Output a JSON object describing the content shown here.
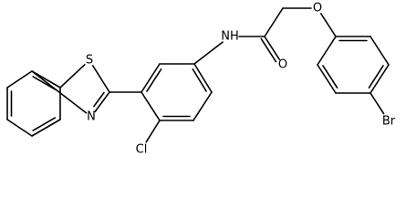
{
  "molecule": {
    "atoms": [
      {
        "id": 0,
        "label": ""
      },
      {
        "id": 1,
        "label": ""
      },
      {
        "id": 2,
        "label": ""
      },
      {
        "id": 3,
        "label": ""
      },
      {
        "id": 4,
        "label": ""
      },
      {
        "id": 5,
        "label": ""
      },
      {
        "id": 6,
        "label": "S"
      },
      {
        "id": 7,
        "label": ""
      },
      {
        "id": 8,
        "label": "N"
      },
      {
        "id": 9,
        "label": ""
      },
      {
        "id": 10,
        "label": ""
      },
      {
        "id": 11,
        "label": ""
      },
      {
        "id": 12,
        "label": ""
      },
      {
        "id": 13,
        "label": ""
      },
      {
        "id": 14,
        "label": ""
      },
      {
        "id": 15,
        "label": "Cl"
      },
      {
        "id": 16,
        "label": "NH"
      },
      {
        "id": 17,
        "label": ""
      },
      {
        "id": 18,
        "label": "O"
      },
      {
        "id": 19,
        "label": ""
      },
      {
        "id": 20,
        "label": "O"
      },
      {
        "id": 21,
        "label": ""
      },
      {
        "id": 22,
        "label": ""
      },
      {
        "id": 23,
        "label": ""
      },
      {
        "id": 24,
        "label": ""
      },
      {
        "id": 25,
        "label": ""
      },
      {
        "id": 26,
        "label": ""
      },
      {
        "id": 27,
        "label": "Br"
      }
    ],
    "bonds": [
      {
        "a": 0,
        "b": 1,
        "order": 2
      },
      {
        "a": 1,
        "b": 2,
        "order": 1
      },
      {
        "a": 2,
        "b": 3,
        "order": 2
      },
      {
        "a": 3,
        "b": 4,
        "order": 1
      },
      {
        "a": 4,
        "b": 5,
        "order": 2
      },
      {
        "a": 5,
        "b": 0,
        "order": 1
      },
      {
        "a": 4,
        "b": 6,
        "order": 1
      },
      {
        "a": 6,
        "b": 7,
        "order": 1
      },
      {
        "a": 7,
        "b": 8,
        "order": 2
      },
      {
        "a": 8,
        "b": 5,
        "order": 1
      },
      {
        "a": 7,
        "b": 9,
        "order": 1
      },
      {
        "a": 9,
        "b": 10,
        "order": 2
      },
      {
        "a": 10,
        "b": 11,
        "order": 1
      },
      {
        "a": 11,
        "b": 12,
        "order": 2
      },
      {
        "a": 12,
        "b": 13,
        "order": 1
      },
      {
        "a": 13,
        "b": 14,
        "order": 2
      },
      {
        "a": 14,
        "b": 9,
        "order": 1
      },
      {
        "a": 14,
        "b": 15,
        "order": 1
      },
      {
        "a": 11,
        "b": 16,
        "order": 1
      },
      {
        "a": 16,
        "b": 17,
        "order": 1
      },
      {
        "a": 17,
        "b": 18,
        "order": 2
      },
      {
        "a": 17,
        "b": 19,
        "order": 1
      },
      {
        "a": 19,
        "b": 20,
        "order": 1
      },
      {
        "a": 20,
        "b": 21,
        "order": 1
      },
      {
        "a": 21,
        "b": 22,
        "order": 2
      },
      {
        "a": 22,
        "b": 23,
        "order": 1
      },
      {
        "a": 23,
        "b": 24,
        "order": 2
      },
      {
        "a": 24,
        "b": 25,
        "order": 1
      },
      {
        "a": 25,
        "b": 26,
        "order": 2
      },
      {
        "a": 26,
        "b": 21,
        "order": 1
      },
      {
        "a": 24,
        "b": 27,
        "order": 1
      }
    ]
  }
}
